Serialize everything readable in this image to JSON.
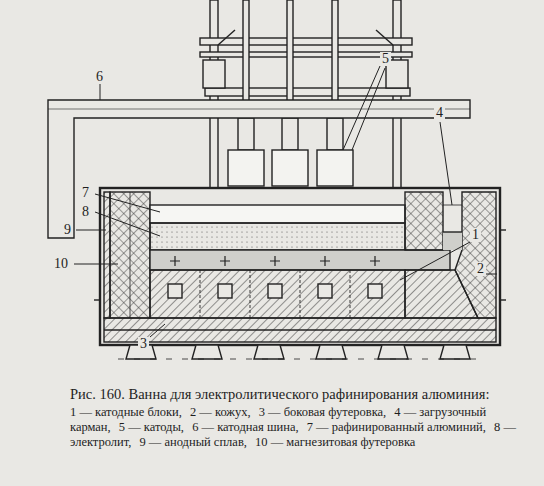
{
  "diagram": {
    "caption": "Рис. 160. Ванна для электролитического рафинирования алюминия:",
    "labels": [
      "6",
      "5",
      "4",
      "7",
      "8",
      "9",
      "10",
      "1",
      "2",
      "3",
      "1 — катодные блоки,",
      "2 — кожух,",
      "3 — боковая футеровка,",
      "4 — загрузочный карман,",
      "5 — катоды,",
      "6 — катодная шина,",
      "7 — рафинированный алюминий,",
      "8 — электролит,",
      "9 — анодный сплав,",
      "10 — магнезитовая футеровка"
    ]
  }
}
